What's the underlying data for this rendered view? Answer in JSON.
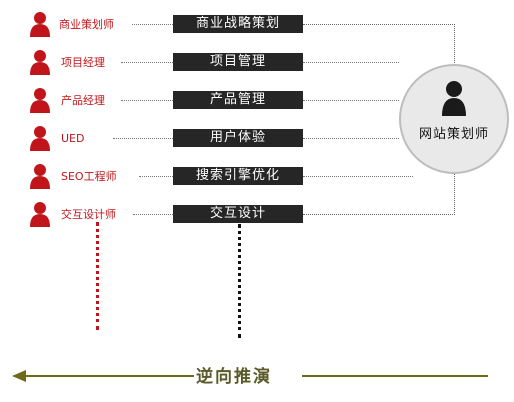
{
  "roles": [
    {
      "label": "商业策划师",
      "duty": "商业战略策划"
    },
    {
      "label": "项目经理",
      "duty": "项目管理"
    },
    {
      "label": "产品经理",
      "duty": "产品管理"
    },
    {
      "label": "UED",
      "duty": "用户体验"
    },
    {
      "label": "SEO工程师",
      "duty": "搜索引擎优化"
    },
    {
      "label": "交互设计师",
      "duty": "交互设计"
    }
  ],
  "hub": {
    "label": "网站策划师"
  },
  "arrow": {
    "label": "逆向推演",
    "direction": "left"
  },
  "colors": {
    "role": "#c0161b",
    "box": "#262626",
    "arrow": "#6b6b1a",
    "circle": "#e9e9e9"
  },
  "icons": {
    "role": "person-icon",
    "hub": "person-icon"
  }
}
